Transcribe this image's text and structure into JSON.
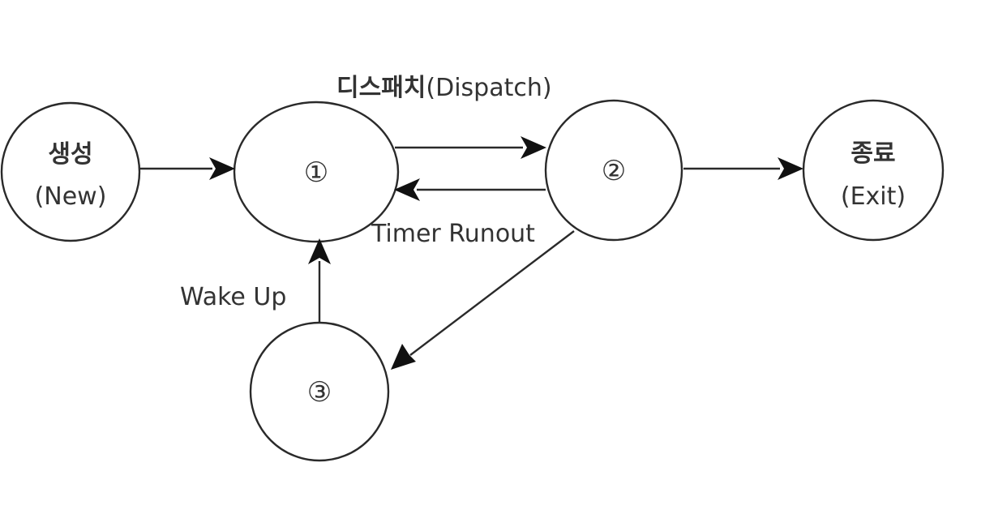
{
  "nodes": {
    "new": {
      "title": "생성",
      "subtitle": "(New)"
    },
    "ready": {
      "label": "①"
    },
    "running": {
      "label": "②"
    },
    "waiting": {
      "label": "③"
    },
    "exit": {
      "title": "종료",
      "subtitle": "(Exit)"
    }
  },
  "edges": {
    "dispatch": {
      "label_bold": "디스패치",
      "label_rest": "(Dispatch)"
    },
    "timer_runout": {
      "label": "Timer Runout"
    },
    "wake_up": {
      "label": "Wake Up"
    }
  }
}
